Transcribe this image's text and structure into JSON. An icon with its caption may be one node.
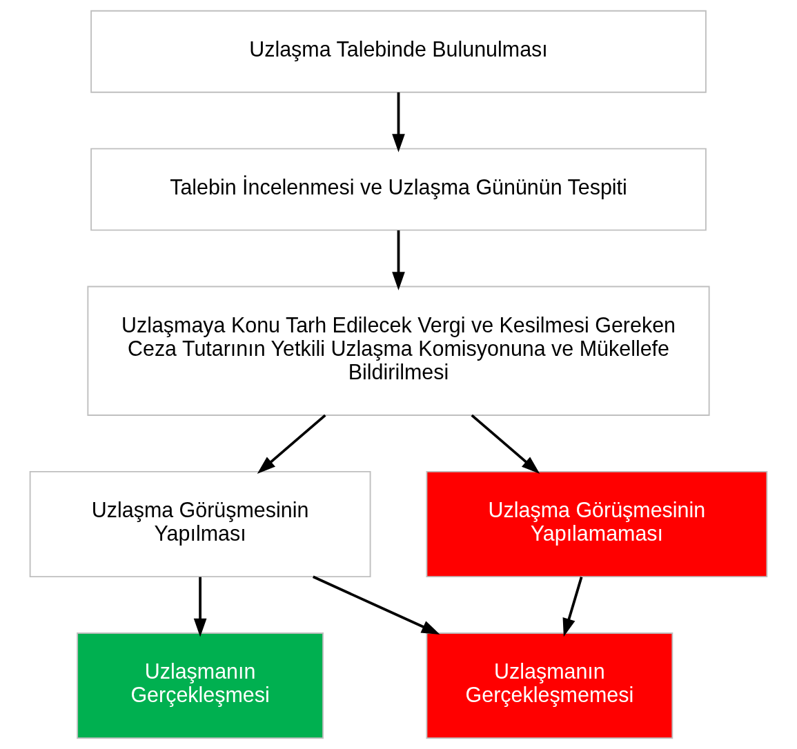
{
  "diagram": {
    "nodes": [
      {
        "text": [
          "Uzlaşma Talebinde Bulunulması"
        ]
      },
      {
        "text": [
          "Talebin İncelenmesi ve Uzlaşma Gününün Tespiti"
        ]
      },
      {
        "text": [
          "Uzlaşmaya Konu Tarh Edilecek Vergi ve Kesilmesi Gereken Ceza Tutarının Yetkili Uzlaşma Komisyonuna ve Mükellefe Bildirilmesi"
        ]
      },
      {
        "text": [
          "Uzlaşma Görüşmesinin Yapılması"
        ]
      },
      {
        "text": [
          "Uzlaşma Görüşmesinin Yapılamaması"
        ]
      },
      {
        "text": [
          "Uzlaşmanın Gerçekleşmesi"
        ]
      },
      {
        "text": [
          "Uzlaşmanın Gerçekleşmemesi"
        ]
      }
    ],
    "edges": [
      {
        "from": 0,
        "to": 1,
        "arrow": "to"
      },
      {
        "from": 1,
        "to": 2,
        "arrow": "to"
      },
      {
        "from": 2,
        "to": 3,
        "arrow": "to"
      },
      {
        "from": 2,
        "to": 4,
        "arrow": "to"
      },
      {
        "from": 3,
        "to": 5,
        "arrow": "to"
      },
      {
        "from": 3,
        "to": 6,
        "arrow": "to"
      },
      {
        "from": 4,
        "to": 6,
        "arrow": "to"
      }
    ]
  }
}
